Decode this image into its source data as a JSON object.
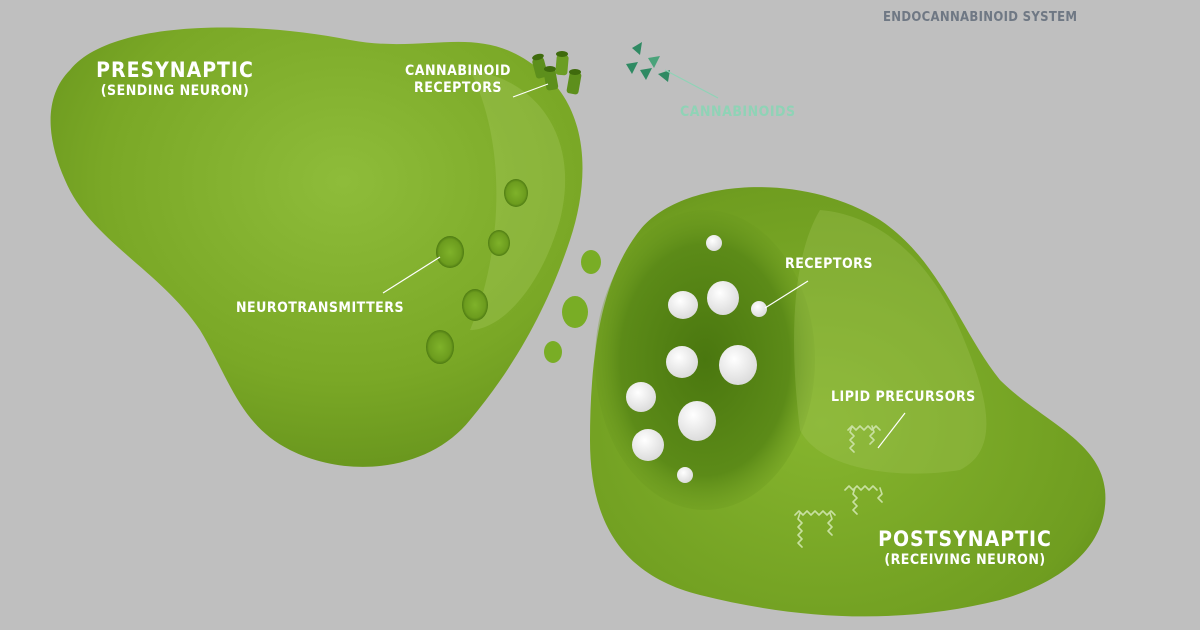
{
  "title": "ENDOCANNABINOID SYSTEM",
  "labels": {
    "presynaptic": "PRESYNAPTIC",
    "presynaptic_sub": "(SENDING NEURON)",
    "cannabinoid_receptors_line1": "CANNABINOID",
    "cannabinoid_receptors_line2": "RECEPTORS",
    "cannabinoids": "CANNABINOIDS",
    "neurotransmitters": "NEUROTRANSMITTERS",
    "receptors": "RECEPTORS",
    "lipid_precursors": "LIPID PRECURSORS",
    "postsynaptic": "POSTSYNAPTIC",
    "postsynaptic_sub": "(RECEIVING NEURON)"
  },
  "colors": {
    "background": "#bfbfbf",
    "neuron_green": "#7fae28",
    "neuron_dark": "#4f7c12",
    "cannabinoid_teal": "#2f8a63",
    "cannabinoid_label": "#8fd3b6",
    "title_gray": "#6f7884",
    "receptor_white": "#ededed"
  },
  "icons": [
    "presynaptic-neuron",
    "postsynaptic-neuron",
    "cannabinoid-receptor",
    "cannabinoid-molecule",
    "neurotransmitter-vesicle",
    "receptor-blob",
    "lipid-squiggle"
  ]
}
